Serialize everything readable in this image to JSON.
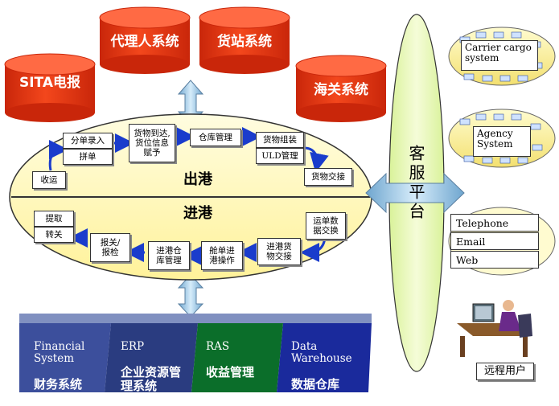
{
  "databases": {
    "sita": "SITA电报",
    "agent": "代理人系统",
    "terminal": "货站系统",
    "customs": "海关系统"
  },
  "outbound": {
    "title": "出港",
    "steps": {
      "receive": "收运",
      "entry": "分单录入",
      "consolidate": "拼单",
      "arrival": "货物到达,\n货位信息\n赋予",
      "warehouse": "仓库管理",
      "assembly": "货物组装",
      "uld": "ULD管理",
      "handover": "货物交接"
    }
  },
  "inbound": {
    "title": "进港",
    "steps": {
      "doc_exchange": "运单数\n据交换",
      "cargo_handover": "进港货\n物交接",
      "flight_ops": "舱单进\n港操作",
      "warehouse": "进港仓\n库管理",
      "declare": "报关/\n报检",
      "pickup": "提取",
      "transfer": "转关"
    }
  },
  "customer_service": "客服平台",
  "side_systems": {
    "carrier": "Carrier cargo\nsystem",
    "agency": "Agency\nSystem"
  },
  "contacts": [
    "Telephone",
    "Email",
    "Web"
  ],
  "remote_user": "远程用户",
  "bottom_panels": [
    {
      "en": "Financial\nSystem",
      "cn": "财务系统"
    },
    {
      "en": "ERP",
      "cn": "企业资源管\n理系统"
    },
    {
      "en": "RAS",
      "cn": "收益管理"
    },
    {
      "en": "Data\nWarehouse",
      "cn": "数据仓库"
    }
  ],
  "colors": {
    "cylinder": "#f0330e",
    "cylinder_top": "#ff6a44",
    "ellipse_fill": "#fff8b0",
    "platform_fill": "#ecf8c0",
    "arrow_fill": "#a9cde6",
    "flow_arrow": "#1a3ccc",
    "panel_financial": "#3c4f9c",
    "panel_erp": "#2a3c80",
    "panel_ras": "#0b6e2a",
    "panel_dw": "#1a2a9c"
  }
}
